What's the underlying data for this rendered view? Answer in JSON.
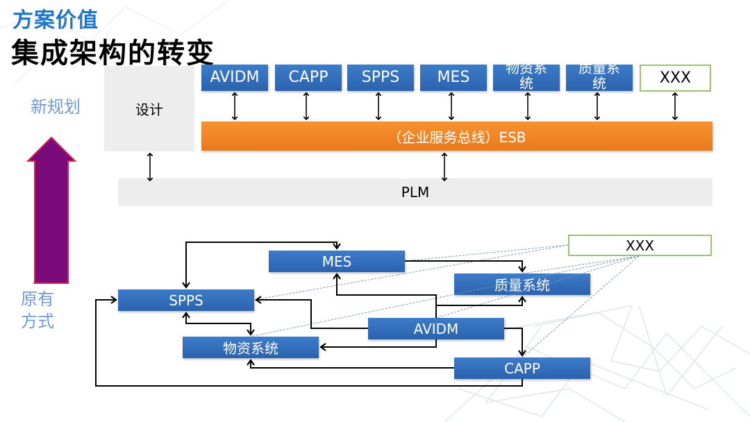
{
  "header": {
    "subtitle": "方案价值",
    "title": "集成架构的转变"
  },
  "side": {
    "new_label": "新规划",
    "old_label_line1": "原有",
    "old_label_line2": "方式",
    "arrow_icon": "up-arrow-icon",
    "arrow_color": "#7b0a7b",
    "arrow_border": "#e0204a"
  },
  "new_plan": {
    "systems": [
      {
        "label": "AVIDM"
      },
      {
        "label": "CAPP"
      },
      {
        "label": "SPPS"
      },
      {
        "label": "MES"
      },
      {
        "label": "物资系统"
      },
      {
        "label": "质量系统"
      },
      {
        "label": "XXX"
      }
    ],
    "design_label": "设计",
    "esb_label": "（企业服务总线）ESB",
    "plm_label": "PLM"
  },
  "old_way": {
    "systems": {
      "mes": "MES",
      "spps": "SPPS",
      "quality": "质量系统",
      "avidm": "AVIDM",
      "material": "物资系统",
      "capp": "CAPP",
      "xxx": "XXX"
    }
  },
  "colors": {
    "system_blue": "#2f6bb6",
    "esb_orange": "#f08a26",
    "plm_grey": "#ededed",
    "xxx_border": "#9bc36a",
    "title_blue": "#1f76c8"
  }
}
